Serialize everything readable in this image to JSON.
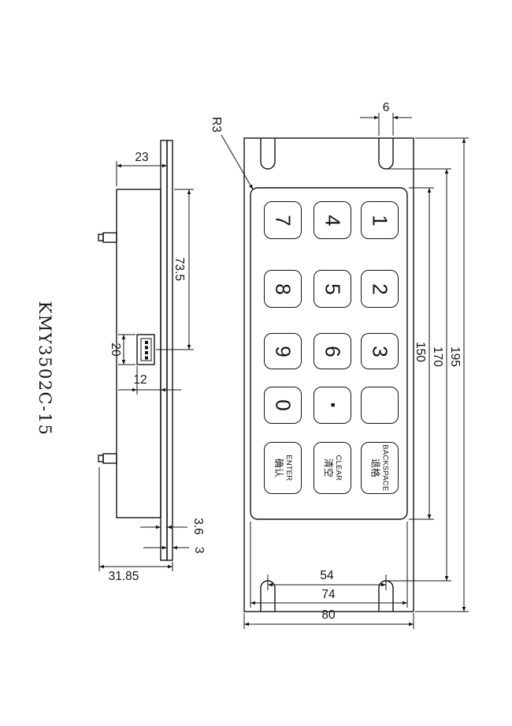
{
  "title": {
    "part_number": "KMY3502C-15"
  },
  "side_view": {
    "dim_depth": "23",
    "dim_connector_offset": "73.5",
    "dim_connector_length": "20",
    "dim_connector_inset": "12",
    "dim_plate_a": "3.6",
    "dim_plate_b": "3",
    "dim_total_depth": "31.85"
  },
  "front_view": {
    "dim_slot_width": "6",
    "radius_label": "R3",
    "dim_face_length": "150",
    "dim_slot_span": "170",
    "dim_overall_length": "195",
    "dim_slot_centers": "54",
    "dim_face_width": "74",
    "dim_overall_width": "80",
    "keys": [
      {
        "label": "7"
      },
      {
        "label": "4"
      },
      {
        "label": "1"
      },
      {
        "label": "8"
      },
      {
        "label": "5"
      },
      {
        "label": "2"
      },
      {
        "label": "9"
      },
      {
        "label": "6"
      },
      {
        "label": "3"
      },
      {
        "label": "0"
      },
      {
        "label": "·"
      },
      {
        "label": ""
      },
      {
        "label": "ENTER",
        "label2": "确认"
      },
      {
        "label": "CLEAR",
        "label2": "清空"
      },
      {
        "label": "BACKSPACE",
        "label2": "退格"
      }
    ]
  },
  "colors": {
    "line": "#141414",
    "background": "#ffffff"
  }
}
